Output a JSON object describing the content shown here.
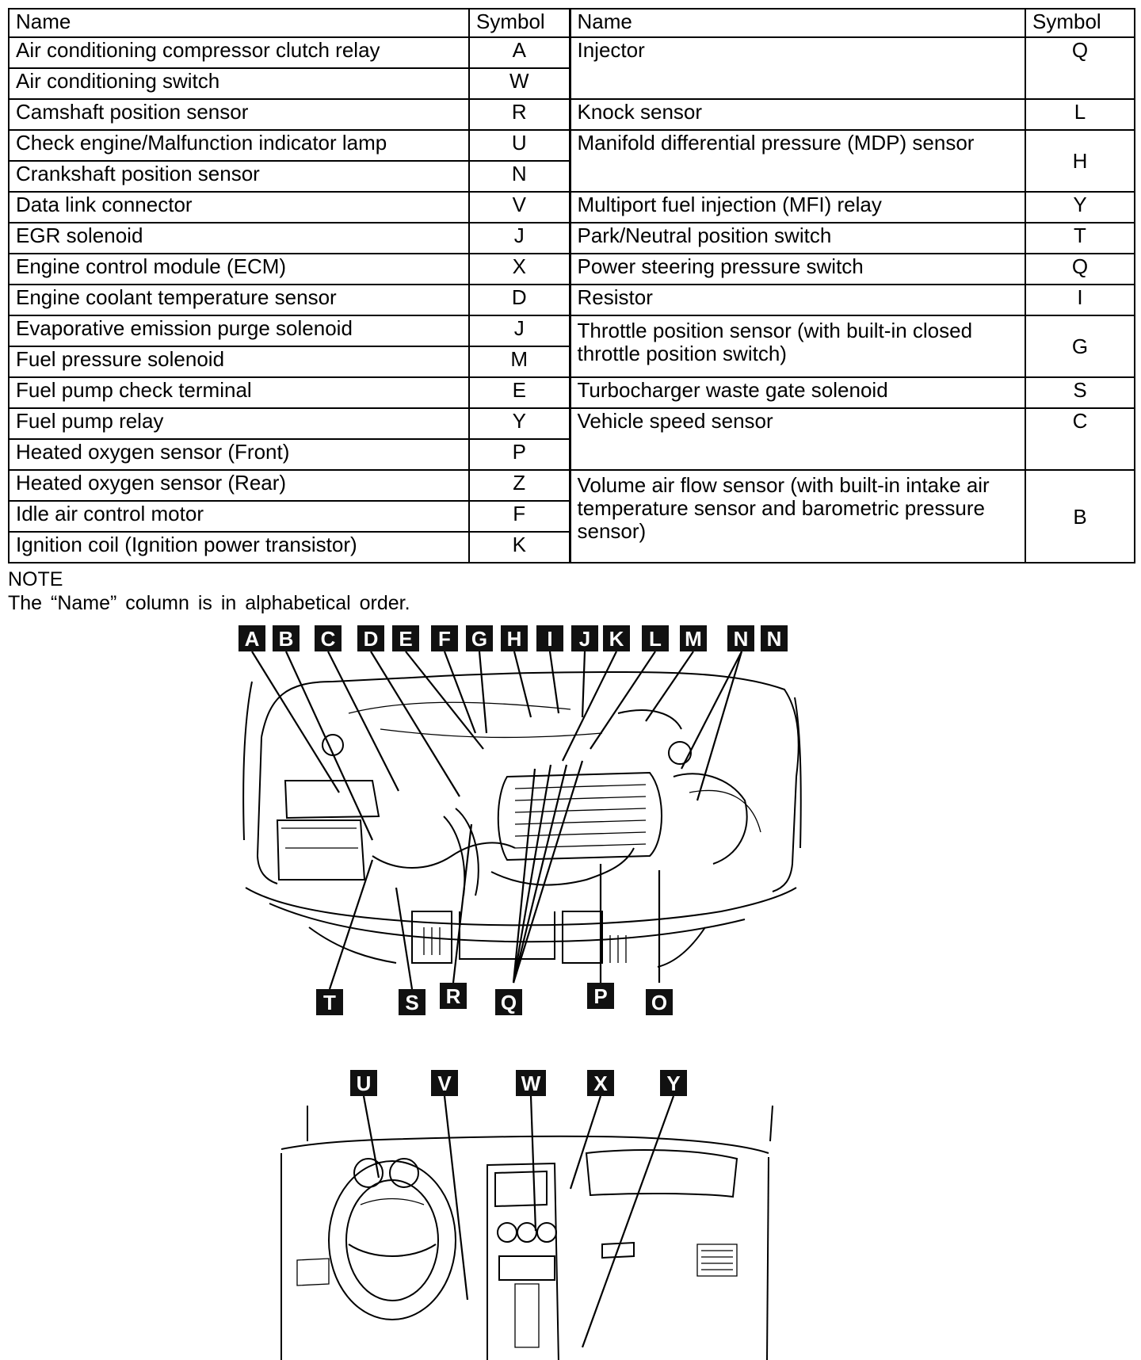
{
  "table": {
    "headers": {
      "name": "Name",
      "symbol": "Symbol"
    },
    "left": [
      {
        "name": "Air conditioning compressor clutch relay",
        "symbol": "A"
      },
      {
        "name": "Air conditioning switch",
        "symbol": "W"
      },
      {
        "name": "Camshaft position sensor",
        "symbol": "R"
      },
      {
        "name": "Check engine/Malfunction indicator lamp",
        "symbol": "U"
      },
      {
        "name": "Crankshaft position sensor",
        "symbol": "N"
      },
      {
        "name": "Data link connector",
        "symbol": "V"
      },
      {
        "name": "EGR solenoid",
        "symbol": "J"
      },
      {
        "name": "Engine control module (ECM)",
        "symbol": "X"
      },
      {
        "name": "Engine coolant temperature sensor",
        "symbol": "D"
      },
      {
        "name": "Evaporative emission purge solenoid",
        "symbol": "J"
      },
      {
        "name": "Fuel pressure solenoid",
        "symbol": "M"
      },
      {
        "name": "Fuel pump check terminal",
        "symbol": "E"
      },
      {
        "name": "Fuel pump relay",
        "symbol": "Y"
      },
      {
        "name": "Heated oxygen sensor (Front)",
        "symbol": "P"
      },
      {
        "name": "Heated oxygen sensor (Rear)",
        "symbol": "Z"
      },
      {
        "name": "Idle air control motor",
        "symbol": "F"
      },
      {
        "name": "Ignition coil (Ignition power transistor)",
        "symbol": "K"
      }
    ],
    "right": [
      {
        "name": "Injector",
        "symbol": "Q"
      },
      {
        "name": "Knock sensor",
        "symbol": "L"
      },
      {
        "name": "Manifold differential pressure (MDP) sensor",
        "symbol": "H"
      },
      {
        "name": "Multiport fuel injection (MFI) relay",
        "symbol": "Y"
      },
      {
        "name": "Park/Neutral position switch",
        "symbol": "T"
      },
      {
        "name": "Power steering pressure switch",
        "symbol": "Q"
      },
      {
        "name": "Resistor",
        "symbol": "I"
      },
      {
        "name": "Throttle position sensor (with built-in closed throttle position switch)",
        "symbol": "G"
      },
      {
        "name": "Turbocharger waste gate solenoid",
        "symbol": "S"
      },
      {
        "name": "Vehicle speed sensor",
        "symbol": "C"
      },
      {
        "name": "Volume air flow sensor (with built-in intake air temperature sensor and barometric pressure sensor)",
        "symbol": "B"
      }
    ]
  },
  "note": {
    "title": "NOTE",
    "text": "The “Name” column is in alphabetical order."
  },
  "engine_diagram": {
    "top_labels": [
      "A",
      "B",
      "C",
      "D",
      "E",
      "F",
      "G",
      "H",
      "I",
      "J",
      "K",
      "L",
      "M",
      "N",
      "N"
    ],
    "bottom_labels": [
      "T",
      "S",
      "R",
      "Q",
      "P",
      "O"
    ]
  },
  "dash_diagram": {
    "labels": [
      "U",
      "V",
      "W",
      "X",
      "Y"
    ]
  }
}
